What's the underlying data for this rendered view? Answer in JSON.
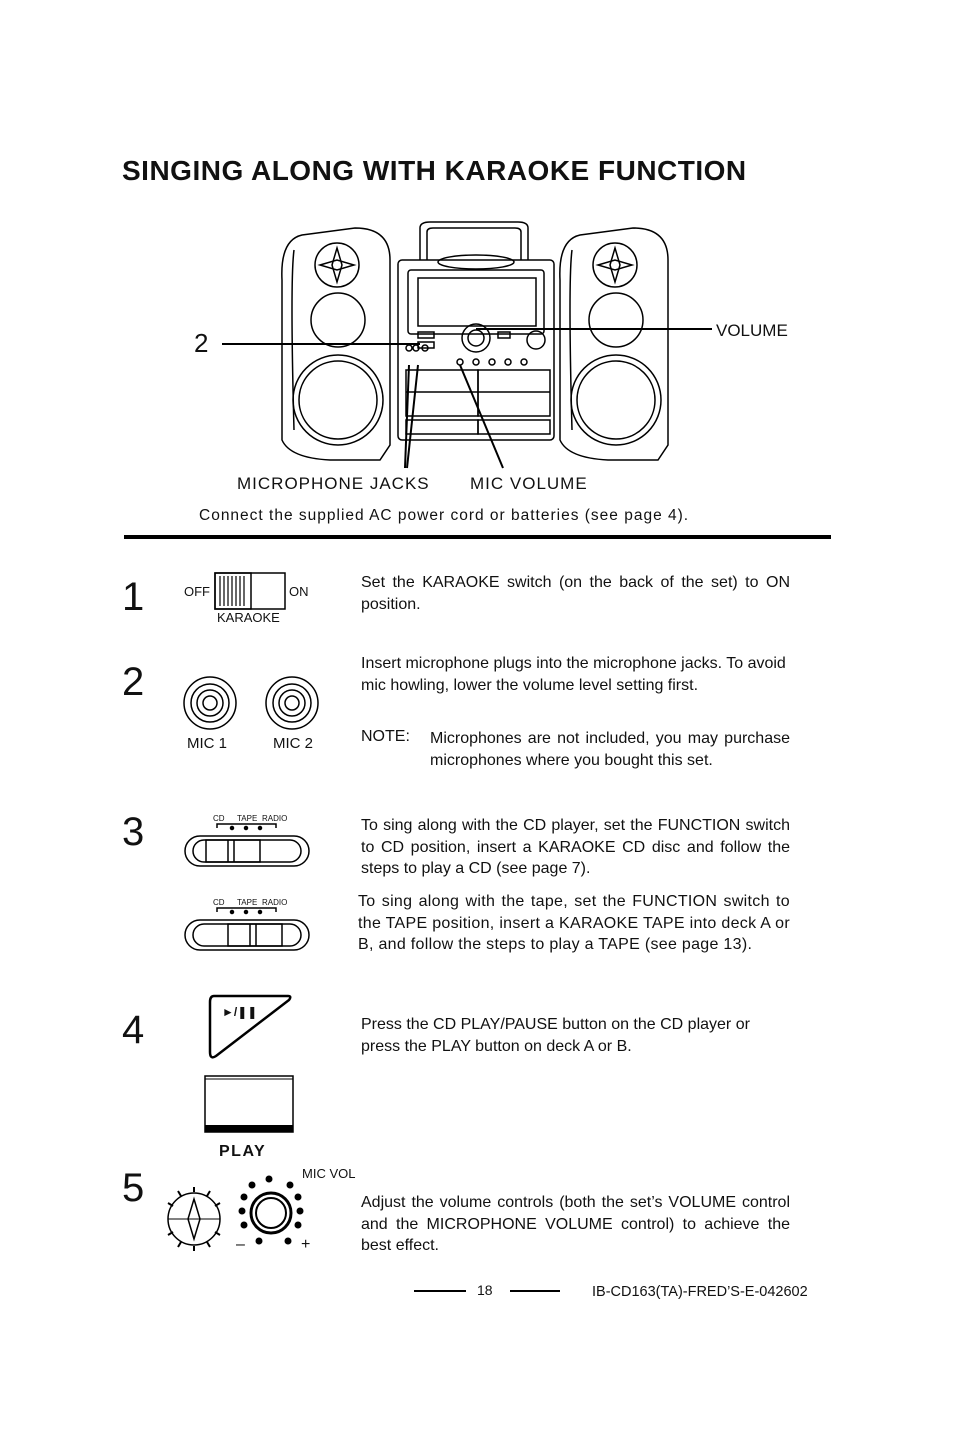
{
  "title": "SINGING ALONG WITH KARAOKE FUNCTION",
  "diagram": {
    "callout_2": "2",
    "volume_label": "VOLUME",
    "mic_jacks_label": "MICROPHONE  JACKS",
    "mic_volume_label": "MIC  VOLUME"
  },
  "connect_text": "Connect  the  supplied  AC  power  cord  or  batteries  (see  page  4).",
  "steps": [
    {
      "number": "1",
      "illustration": {
        "off": "OFF",
        "on": "ON",
        "caption": "KARAOKE"
      },
      "text": "Set the KARAOKE switch (on the back of the set) to ON position."
    },
    {
      "number": "2",
      "illustration": {
        "mic1": "MIC 1",
        "mic2": "MIC 2"
      },
      "text": "Insert microphone plugs into the microphone jacks. To avoid mic howling, lower the volume level setting first.",
      "note_label": "NOTE:",
      "note_text": "Microphones are not included, you may purchase microphones where you bought this set."
    },
    {
      "number": "3",
      "illustration": {
        "cd": "CD",
        "tape": "TAPE",
        "radio": "RADIO"
      },
      "text": "To sing along with the CD player, set the FUNCTION switch to CD position, insert a KARAOKE CD disc and follow the steps to play a CD (see page 7).",
      "text2": "To sing along with the tape, set the FUNCTION switch to the TAPE position, insert a KARAOKE TAPE into deck A or B, and follow the steps to play a TAPE (see page 13)."
    },
    {
      "number": "4",
      "illustration": {
        "play_pause_symbol": "►/❚❚",
        "play_label": "PLAY"
      },
      "text": "Press the CD PLAY/PAUSE button on the CD player or press the PLAY button on deck A or B."
    },
    {
      "number": "5",
      "illustration": {
        "mic_vol": "MIC VOL",
        "minus": "–",
        "plus": "+"
      },
      "text": "Adjust the volume controls (both the set’s VOLUME control and the MICROPHONE VOLUME control) to achieve the best effect."
    }
  ],
  "footer": {
    "page_number": "18",
    "doc_code": "IB-CD163(TA)-FRED’S-E-042602"
  }
}
